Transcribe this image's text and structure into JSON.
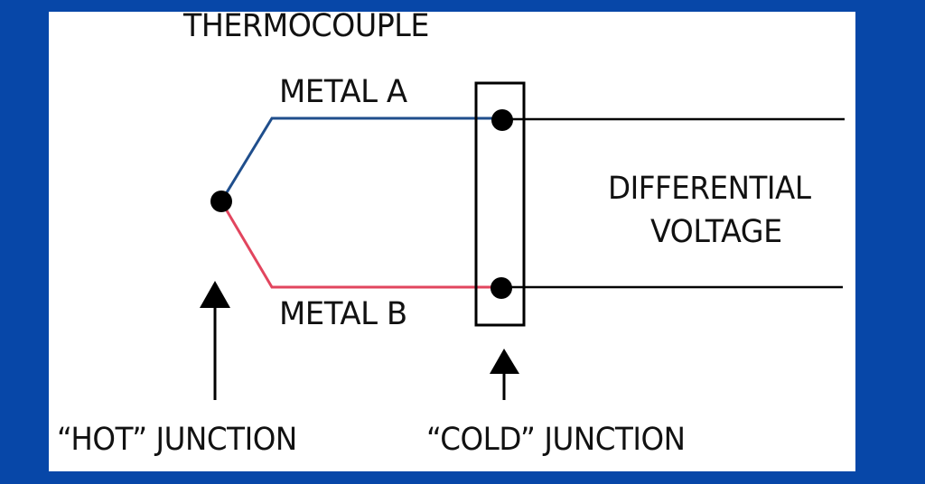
{
  "diagram": {
    "title": "THERMOCOUPLE",
    "labels": {
      "metal_a": "METAL A",
      "metal_b": "METAL B",
      "differential_line1": "DIFFERENTIAL",
      "differential_line2": "VOLTAGE",
      "hot_junction": "“HOT” JUNCTION",
      "cold_junction": "“COLD” JUNCTION"
    },
    "colors": {
      "background": "#0747a8",
      "panel": "#ffffff",
      "metal_a_wire": "#1f4e8c",
      "metal_b_wire": "#e2455e",
      "ink": "#000000"
    }
  }
}
